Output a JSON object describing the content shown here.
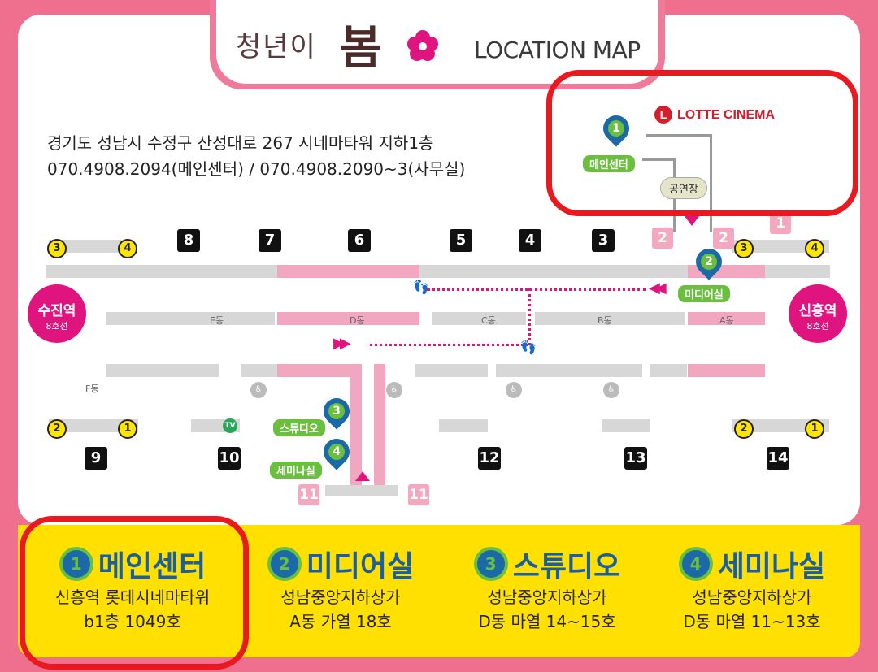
{
  "header": {
    "logo_ko": "청년이",
    "logo_big": "봄",
    "logo_en": "LOCATION MAP"
  },
  "address": {
    "line1": "경기도 성남시 수정구 산성대로 267 시네마타워 지하1층",
    "line2": "070.4908.2094(메인센터) / 070.4908.2090~3(사무실)"
  },
  "lotte": {
    "mark": "L",
    "name": "LOTTE CINEMA"
  },
  "venue": "공연장",
  "stations": [
    {
      "name": "수진역",
      "line": "8호선"
    },
    {
      "name": "신흥역",
      "line": "8호선"
    }
  ],
  "zones": [
    "E동",
    "D동",
    "C동",
    "B동",
    "A동",
    "F동"
  ],
  "gates_top": [
    "8",
    "7",
    "6",
    "5",
    "4",
    "3"
  ],
  "gates_bottom": [
    "9",
    "10",
    "12",
    "13",
    "14"
  ],
  "gates_pink": [
    "2",
    "2",
    "1",
    "11",
    "11"
  ],
  "yellow_markers": [
    "3",
    "4",
    "3",
    "4",
    "2",
    "1",
    "2",
    "1"
  ],
  "map_pins": [
    {
      "num": "1",
      "label": "메인센터"
    },
    {
      "num": "2",
      "label": "미디어실"
    },
    {
      "num": "3",
      "label": "스튜디오"
    },
    {
      "num": "4",
      "label": "세미나실"
    }
  ],
  "icons": {
    "tv": "TV"
  },
  "legend": [
    {
      "num": "1",
      "title": "메인센터",
      "line1": "신흥역 롯데시네마타워",
      "line2": "b1층 1049호"
    },
    {
      "num": "2",
      "title": "미디어실",
      "line1": "성남중앙지하상가",
      "line2": "A동 가열 18호"
    },
    {
      "num": "3",
      "title": "스튜디오",
      "line1": "성남중앙지하상가",
      "line2": "D동 마열 14~15호"
    },
    {
      "num": "4",
      "title": "세미나실",
      "line1": "성남중앙지하상가",
      "line2": "D동 마열 11~13호"
    }
  ],
  "colors": {
    "background": "#ef6f8e",
    "accent_pink": "#e0147f",
    "legend_yellow": "#ffe000",
    "pin_blue": "#1b6aa7",
    "pin_green": "#6bbf3f",
    "highlight_red": "#e8191f"
  }
}
